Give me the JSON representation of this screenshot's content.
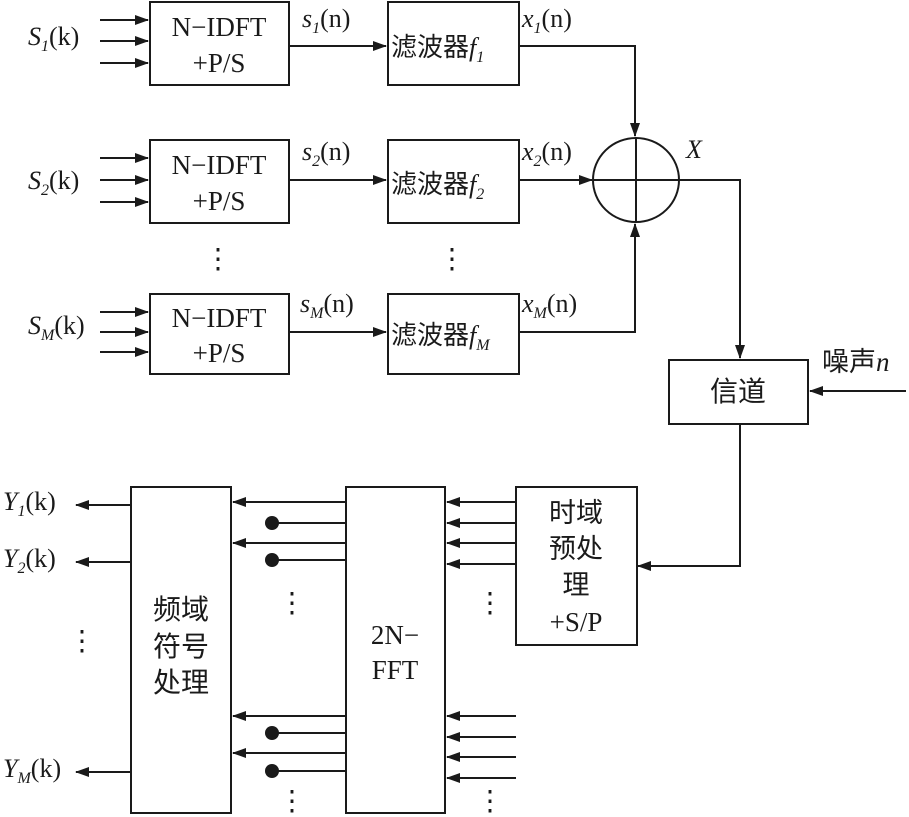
{
  "transmitter": {
    "branches": [
      {
        "input_main": "S",
        "input_sub": "1",
        "input_arg": "(k)",
        "idft_line1": "N−IDFT",
        "idft_line2": "+P/S",
        "mid_main": "s",
        "mid_sub": "1",
        "mid_arg": "(n)",
        "filter_text": "滤波器",
        "filter_main": "f",
        "filter_sub": "1",
        "out_main": "x",
        "out_sub": "1",
        "out_arg": "(n)"
      },
      {
        "input_main": "S",
        "input_sub": "2",
        "input_arg": "(k)",
        "idft_line1": "N−IDFT",
        "idft_line2": "+P/S",
        "mid_main": "s",
        "mid_sub": "2",
        "mid_arg": "(n)",
        "filter_text": "滤波器",
        "filter_main": "f",
        "filter_sub": "2",
        "out_main": "x",
        "out_sub": "2",
        "out_arg": "(n)"
      },
      {
        "input_main": "S",
        "input_sub": "M",
        "input_arg": "(k)",
        "idft_line1": "N−IDFT",
        "idft_line2": "+P/S",
        "mid_main": "s",
        "mid_sub": "M",
        "mid_arg": "(n)",
        "filter_text": "滤波器",
        "filter_main": "f",
        "filter_sub": "M",
        "out_main": "x",
        "out_sub": "M",
        "out_arg": "(n)"
      }
    ],
    "ellipsis": "⋮",
    "sum_label": "X"
  },
  "channel": {
    "label": "信道",
    "noise_label": "噪声",
    "noise_var": "n"
  },
  "receiver": {
    "time_pre_lines": [
      "时域",
      "预处",
      "理",
      "+S/P"
    ],
    "fft_lines": [
      "2N−",
      "FFT"
    ],
    "freq_proc_lines": [
      "频域",
      "符号",
      "处理"
    ],
    "outputs": [
      {
        "main": "Y",
        "sub": "1",
        "arg": "(k)"
      },
      {
        "main": "Y",
        "sub": "2",
        "arg": "(k)"
      },
      {
        "main": "Y",
        "sub": "M",
        "arg": "(k)"
      }
    ],
    "ellipsis": "⋮"
  }
}
